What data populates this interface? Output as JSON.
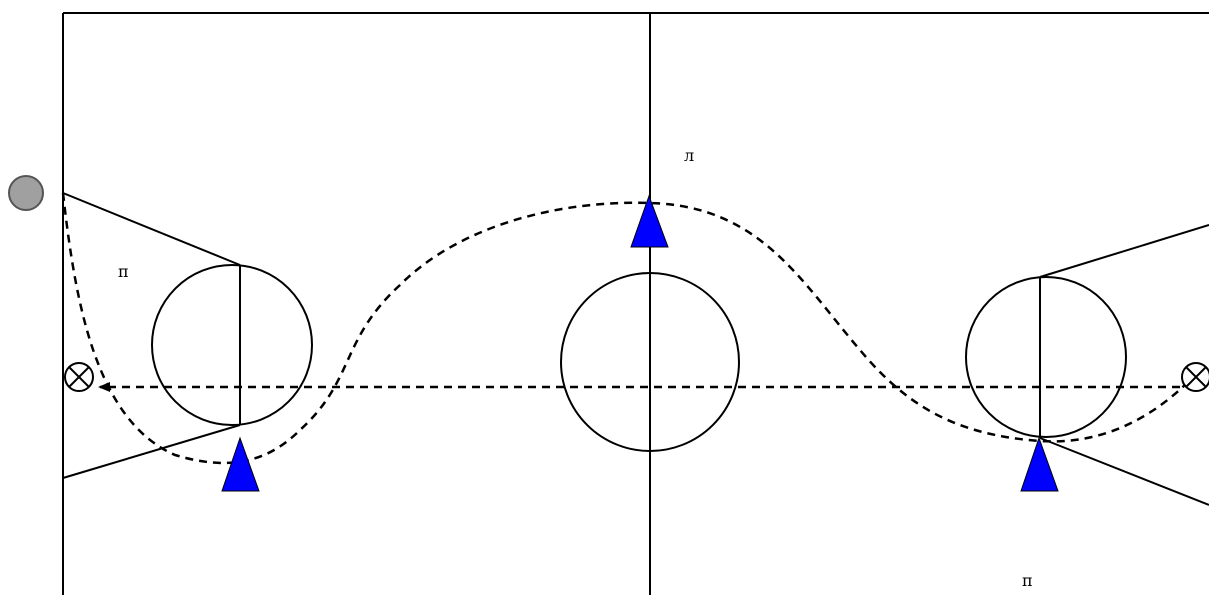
{
  "diagram": {
    "labels": {
      "left_wing": "п",
      "top_center": "л",
      "bottom_right": "п"
    },
    "colors": {
      "line": "#000000",
      "cone": "#0000ff",
      "ball": "#a0a0a0",
      "background": "#ffffff"
    },
    "icons": {
      "start_ball": "ball-icon",
      "markers": "cross-circle-icon",
      "players": "triangle-cone-icon"
    }
  }
}
